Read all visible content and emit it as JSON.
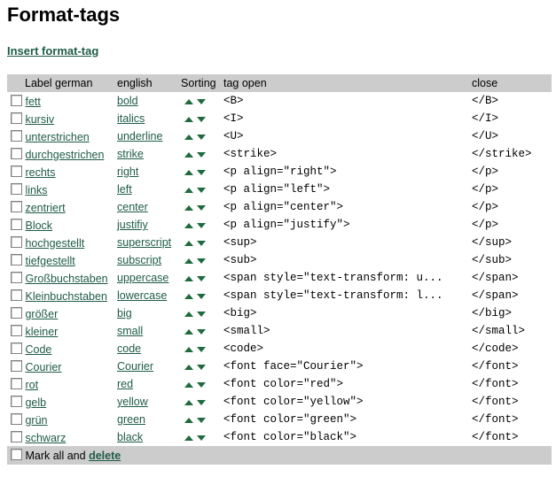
{
  "page": {
    "title": "Format-tags",
    "insert_link": "Insert format-tag"
  },
  "table": {
    "headers": {
      "label_german": "Label german",
      "english": "english",
      "sorting": "Sorting",
      "tag_open": "tag open",
      "close": "close"
    },
    "rows": [
      {
        "german": "fett",
        "english": "bold",
        "open": "<B>",
        "close": "</B>"
      },
      {
        "german": "kursiv",
        "english": "italics",
        "open": "<I>",
        "close": "</I>"
      },
      {
        "german": "unterstrichen",
        "english": "underline",
        "open": "<U>",
        "close": "</U>"
      },
      {
        "german": "durchgestrichen",
        "english": "strike",
        "open": "<strike>",
        "close": "</strike>"
      },
      {
        "german": "rechts",
        "english": "right",
        "open": "<p align=\"right\">",
        "close": "</p>"
      },
      {
        "german": "links",
        "english": "left",
        "open": "<p align=\"left\">",
        "close": "</p>"
      },
      {
        "german": "zentriert",
        "english": "center",
        "open": "<p align=\"center\">",
        "close": "</p>"
      },
      {
        "german": "Block",
        "english": "justifiy",
        "open": "<p align=\"justify\">",
        "close": "</p>"
      },
      {
        "german": "hochgestellt",
        "english": "superscript",
        "open": "<sup>",
        "close": "</sup>"
      },
      {
        "german": "tiefgestellt",
        "english": "subscript",
        "open": "<sub>",
        "close": "</sub>"
      },
      {
        "german": "Großbuchstaben",
        "english": "uppercase",
        "open": "<span style=\"text-transform: u...",
        "close": "</span>"
      },
      {
        "german": "Kleinbuchstaben",
        "english": "lowercase",
        "open": "<span style=\"text-transform: l...",
        "close": "</span>"
      },
      {
        "german": "größer",
        "english": "big",
        "open": "<big>",
        "close": "</big>"
      },
      {
        "german": "kleiner",
        "english": "small",
        "open": "<small>",
        "close": "</small>"
      },
      {
        "german": "Code",
        "english": "code",
        "open": "<code>",
        "close": "</code>"
      },
      {
        "german": "Courier",
        "english": "Courier",
        "open": "<font face=\"Courier\">",
        "close": "</font>"
      },
      {
        "german": "rot",
        "english": "red",
        "open": "<font color=\"red\">",
        "close": "</font>"
      },
      {
        "german": "gelb",
        "english": "yellow",
        "open": "<font color=\"yellow\">",
        "close": "</font>"
      },
      {
        "german": "grün",
        "english": "green",
        "open": "<font color=\"green\">",
        "close": "</font>"
      },
      {
        "german": "schwarz",
        "english": "black",
        "open": "<font color=\"black\">",
        "close": "</font>"
      }
    ]
  },
  "footer": {
    "mark_all_text": "Mark all and",
    "delete_link": "delete"
  },
  "colors": {
    "link": "#1f5c46",
    "arrow": "#1f6b3c",
    "header_bg": "#cccccc"
  },
  "icons": {
    "sort_up": "triangle-up-icon",
    "sort_down": "triangle-down-icon"
  }
}
